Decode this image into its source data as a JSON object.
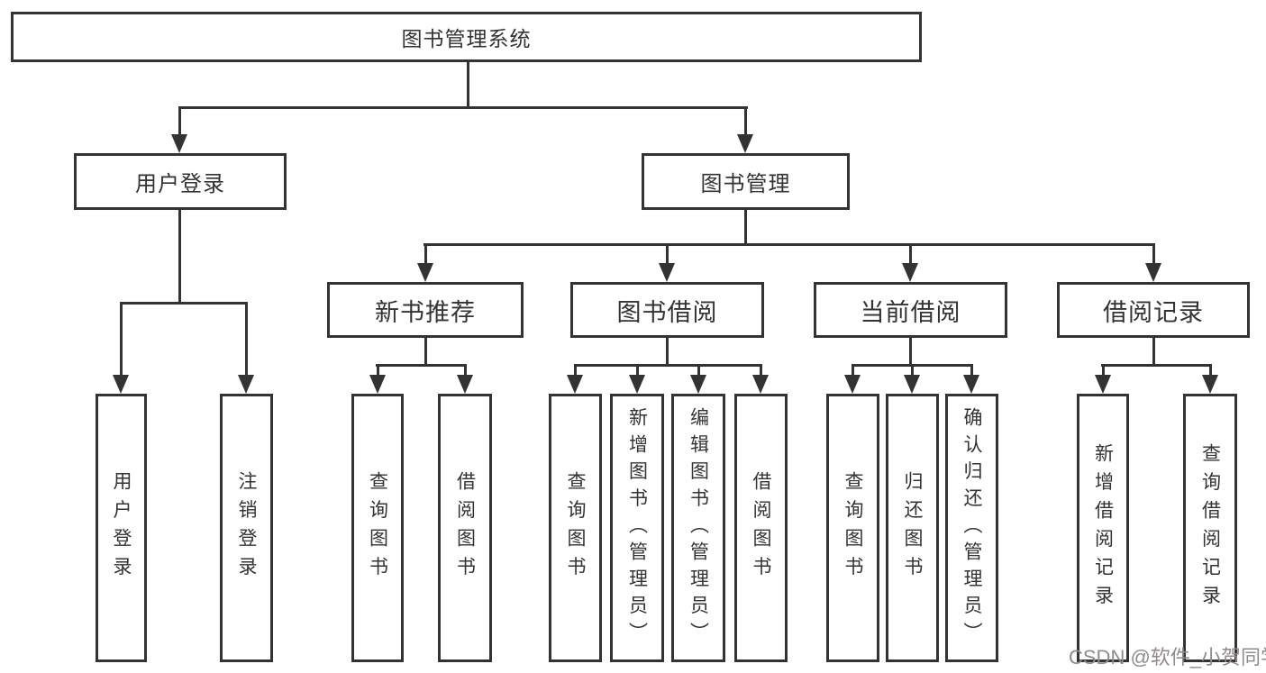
{
  "page": {
    "background": "#ffffff"
  },
  "colors": {
    "line": "#333333",
    "text": "#333333",
    "box_background": "#ffffff",
    "watermark_text": "#8f8a8b"
  },
  "diagram_type": "hierarchy-flowchart",
  "tree": {
    "root": {
      "label": "图书管理系统",
      "children": [
        {
          "label": "用户登录",
          "children": [
            {
              "label": "用户登录"
            },
            {
              "label": "注销登录"
            }
          ]
        },
        {
          "label": "图书管理",
          "children": [
            {
              "label": "新书推荐",
              "children": [
                {
                  "label": "查询图书"
                },
                {
                  "label": "借阅图书"
                }
              ]
            },
            {
              "label": "图书借阅",
              "children": [
                {
                  "label": "查询图书"
                },
                {
                  "label": "新增图书（管理员）"
                },
                {
                  "label": "编辑图书（管理员）"
                },
                {
                  "label": "借阅图书"
                }
              ]
            },
            {
              "label": "当前借阅",
              "children": [
                {
                  "label": "查询图书"
                },
                {
                  "label": "归还图书"
                },
                {
                  "label": "确认归还（管理员）"
                }
              ]
            },
            {
              "label": "借阅记录",
              "children": [
                {
                  "label": "新增借阅记录"
                },
                {
                  "label": "查询借阅记录"
                }
              ]
            }
          ]
        }
      ]
    }
  },
  "watermark": {
    "text": "CSDN @软件_小贺同学"
  }
}
